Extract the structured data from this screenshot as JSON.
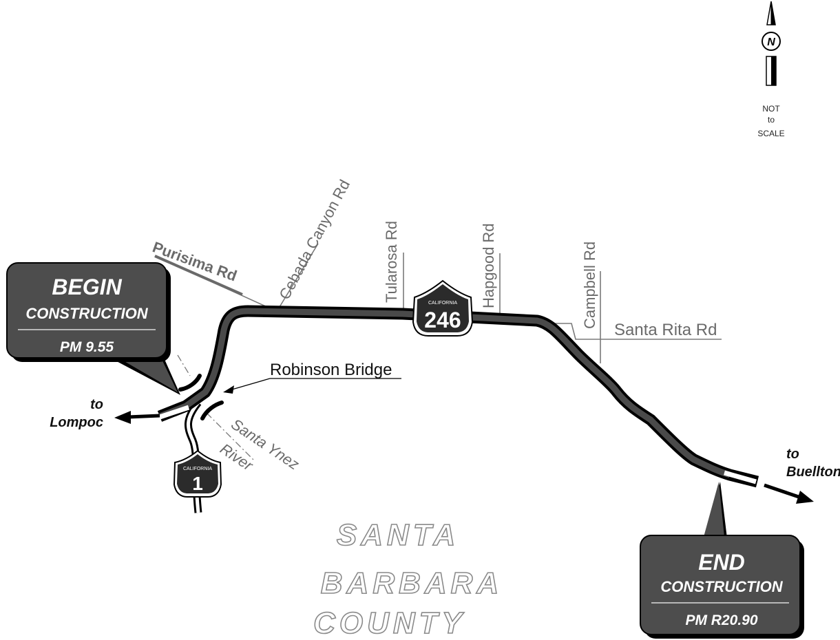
{
  "north": {
    "letter": "N",
    "scale": [
      "NOT",
      "to",
      "SCALE"
    ]
  },
  "roads": {
    "purisima": "Purisima Rd",
    "cebada": "Cebada Canyon Rd",
    "tularosa": "Tularosa Rd",
    "hapgood": "Hapgood Rd",
    "campbell": "Campbell Rd",
    "santa_rita": "Santa Rita Rd",
    "robinson": "Robinson Bridge",
    "river_line1": "Santa Ynez",
    "river_line2": "River"
  },
  "destinations": {
    "left_to": "to",
    "left_place": "Lompoc",
    "right_to": "to",
    "right_place": "Buellton"
  },
  "shields": {
    "hwy246": {
      "state": "CALIFORNIA",
      "number": "246"
    },
    "hwy1": {
      "state": "CALIFORNIA",
      "number": "1"
    }
  },
  "begin_box": {
    "title": "BEGIN",
    "subtitle": "CONSTRUCTION",
    "postmile": "PM 9.55"
  },
  "end_box": {
    "title": "END",
    "subtitle": "CONSTRUCTION",
    "postmile": "PM R20.90"
  },
  "county": {
    "line1": "SANTA",
    "line2": "BARBARA",
    "line3": "COUNTY"
  },
  "colors": {
    "road": "#4a4a4a",
    "box": "#4d4d4d",
    "label": "#6a6a6a"
  }
}
